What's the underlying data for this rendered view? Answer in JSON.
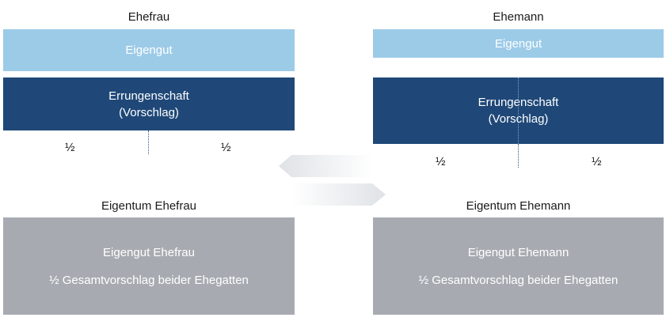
{
  "left": {
    "title": "Ehefrau",
    "eigengut": "Eigengut",
    "errungenschaft": [
      "Errungenschaft",
      "(Vorschlag)"
    ],
    "half_left": "½",
    "half_right": "½",
    "result_title": "Eigentum Ehefrau",
    "result_lines": [
      "Eigengut Ehefrau",
      "½ Gesamtvorschlag beider Ehegatten"
    ]
  },
  "right": {
    "title": "Ehemann",
    "eigengut": "Eigengut",
    "errungenschaft": [
      "Errungenschaft",
      "(Vorschlag)"
    ],
    "half_left": "½",
    "half_right": "½",
    "result_title": "Eigentum Ehemann",
    "result_lines": [
      "Eigengut Ehemann",
      "½ Gesamtvorschlag beider Ehegatten"
    ]
  },
  "colors": {
    "eigengut": "#9ccbe8",
    "errungenschaft": "#1f4878",
    "result": "#a7abb1",
    "arrow": "#e6e8ec"
  }
}
